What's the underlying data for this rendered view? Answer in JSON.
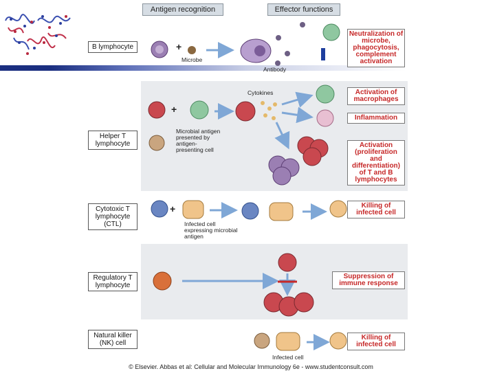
{
  "headers": {
    "antigen_recognition": "Antigen recognition",
    "effector_functions": "Effector functions"
  },
  "cells": {
    "b_lymphocyte": "B lymphocyte",
    "helper_t": "Helper T lymphocyte",
    "ctl": "Cytotoxic T lymphocyte (CTL)",
    "regulatory_t": "Regulatory T lymphocyte",
    "nk": "Natural killer (NK) cell"
  },
  "effects": {
    "neutralization": "Neutralization of microbe, phagocytosis, complement activation",
    "activation_macrophages": "Activation of macrophages",
    "inflammation": "Inflammation",
    "activation_tb": "Activation (proliferation and differentiation) of T and B lymphocytes",
    "killing_ctl": "Killing of infected cell",
    "suppression": "Suppression of immune response",
    "killing_nk": "Killing of infected cell"
  },
  "annotations": {
    "microbe": "Microbe",
    "antibody": "Antibody",
    "cytokines": "Cytokines",
    "microbial_antigen": "Microbial antigen presented by antigen-presenting cell",
    "infected_cell_expressing": "Infected cell expressing microbial antigen",
    "infected_cell": "Infected cell"
  },
  "plus": "+",
  "credit": "© Elsevier. Abbas et al: Cellular and Molecular Immunology 6e - www.studentconsult.com",
  "colors": {
    "label_red": "#c62828",
    "arrow": "#7fa7d6",
    "header_bg": "#d6dde4",
    "row_bg": "#e9ebee",
    "b_cell": "#9b7fb3",
    "helper_cell": "#c9484f",
    "apc": "#8fc7a0",
    "ctl_cell": "#6a86c2",
    "infected": "#f0c48a",
    "treg": "#d9703a",
    "nk_cell": "#c9a57f"
  }
}
